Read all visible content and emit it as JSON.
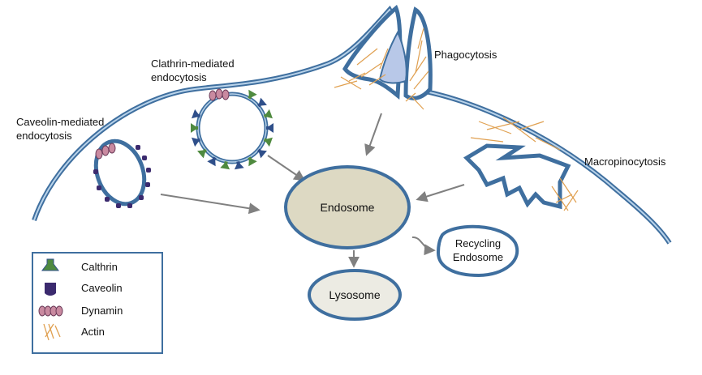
{
  "pathways": {
    "caveolin": [
      "Caveolin-mediated",
      "endocytosis"
    ],
    "clathrin": [
      "Clathrin-mediated",
      "endocytosis"
    ],
    "phagocytosis": "Phagocytosis",
    "macropinocytosis": "Macropinocytosis"
  },
  "compartments": {
    "endosome": "Endosome",
    "recycling": [
      "Recycling",
      "Endosome"
    ],
    "lysosome": "Lysosome"
  },
  "legend": [
    {
      "label": "Calthrin",
      "icon": "clathrin-icon"
    },
    {
      "label": "Caveolin",
      "icon": "caveolin-icon"
    },
    {
      "label": "Dynamin",
      "icon": "dynamin-icon"
    },
    {
      "label": "Actin",
      "icon": "actin-icon"
    }
  ],
  "colors": {
    "membrane_outer": "#3f6f9f",
    "membrane_inner": "#b9d3ea",
    "endosome_fill": "#ddd9c3",
    "recycling_fill": "#ffffff",
    "lysosome_fill": "#ecebe3",
    "clathrin": "#4f8a3f",
    "clathrin_dark": "#2f4f8a",
    "caveolin": "#3b2a6e",
    "dynamin": "#c98aa0",
    "actin": "#e0a050",
    "arrow": "#808080"
  }
}
